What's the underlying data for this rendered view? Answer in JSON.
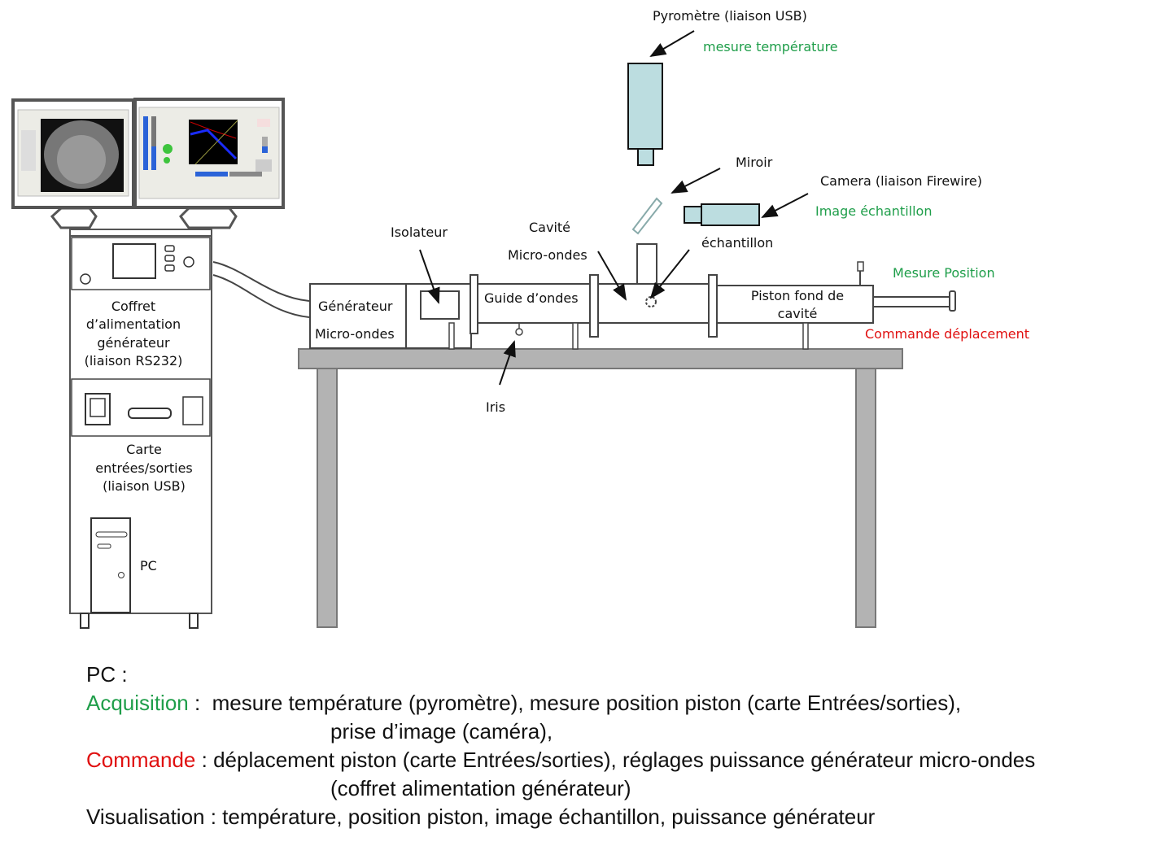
{
  "labels": {
    "pyrometre": "Pyromètre (liaison USB)",
    "mesure_temperature": "mesure température",
    "miroir": "Miroir",
    "camera": "Camera (liaison Firewire)",
    "image_echantillon": "Image échantillon",
    "echantillon": "échantillon",
    "cavite_line1": "Cavité",
    "cavite_line2": "Micro-ondes",
    "isolateur": "Isolateur",
    "generateur_line1": "Générateur",
    "generateur_line2": "Micro-ondes",
    "guide_ondes": "Guide d’ondes",
    "piston_line1": "Piston fond de",
    "piston_line2": "cavité",
    "mesure_position": "Mesure Position",
    "commande_deplacement": "Commande déplacement",
    "iris": "Iris",
    "coffret": [
      "Coffret",
      "d’alimentation",
      "générateur",
      "(liaison RS232)"
    ],
    "carte": [
      "Carte",
      "entrées/sorties",
      "(liaison USB)"
    ],
    "pc": "PC"
  },
  "legend": {
    "title": "PC :",
    "acquisition_key": "Acquisition",
    "acquisition_sep": " :  ",
    "acquisition_text": "mesure température (pyromètre), mesure position piston (carte Entrées/sorties),",
    "acquisition_text2": "prise d’image (caméra),",
    "commande_key": "Commande",
    "commande_sep": " : ",
    "commande_text": "déplacement piston (carte Entrées/sorties), réglages puissance générateur micro-ondes",
    "commande_text2": "(coffret alimentation générateur)",
    "visualisation": "Visualisation : température, position piston, image échantillon, puissance générateur"
  },
  "colors": {
    "acquisition": "#1f9e4a",
    "commande": "#e01010",
    "instrument_fill": "#bcdde0",
    "table_fill": "#b3b3b3"
  }
}
